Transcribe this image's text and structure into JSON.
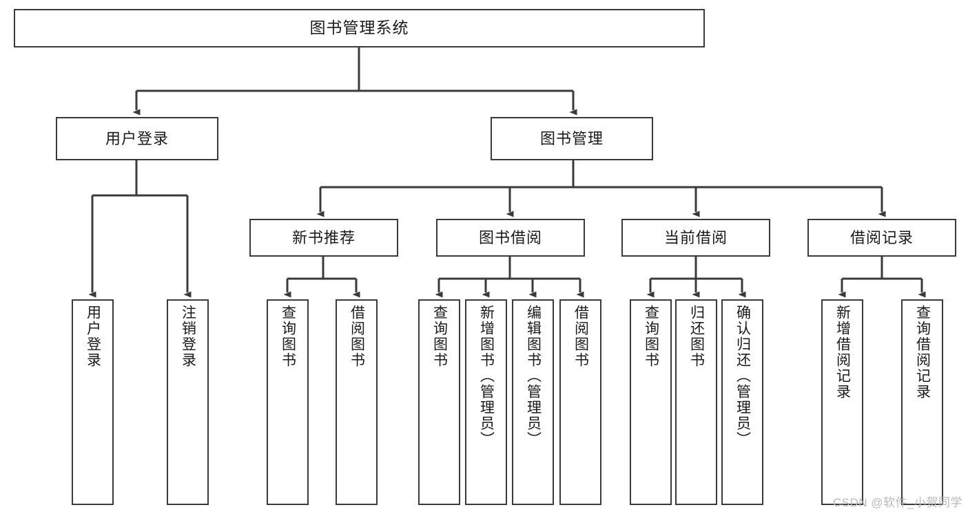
{
  "diagram": {
    "title": "图书管理系统",
    "type": "functional-structure-tree",
    "colors": {
      "box_border": "#3a3a3a",
      "box_fill": "#ffffff",
      "connector": "#3a3a3a",
      "text": "#1a1a1a",
      "watermark": "#b9b9b9",
      "background": "#ffffff"
    },
    "watermark": "CSDN @软件_小贺同学"
  },
  "nodes": {
    "root": {
      "label": "图书管理系统"
    },
    "level2": [
      {
        "id": "user-login",
        "label": "用户登录"
      },
      {
        "id": "book-management",
        "label": "图书管理"
      }
    ],
    "level3": [
      {
        "id": "new-book-recommend",
        "label": "新书推荐"
      },
      {
        "id": "book-borrow",
        "label": "图书借阅"
      },
      {
        "id": "current-borrow",
        "label": "当前借阅"
      },
      {
        "id": "borrow-record",
        "label": "借阅记录"
      }
    ],
    "leaves": {
      "user_login": [
        {
          "id": "leaf-user-login",
          "label": "用户登录"
        },
        {
          "id": "leaf-logout-login",
          "label": "注销登录"
        }
      ],
      "new_book_recommend": [
        {
          "id": "leaf-query-book-1",
          "label": "查询图书"
        },
        {
          "id": "leaf-borrow-book-1",
          "label": "借阅图书"
        }
      ],
      "book_borrow": [
        {
          "id": "leaf-query-book-2",
          "label": "查询图书"
        },
        {
          "id": "leaf-add-book-admin",
          "label": "新增图书（管理员）"
        },
        {
          "id": "leaf-edit-book-admin",
          "label": "编辑图书（管理员）"
        },
        {
          "id": "leaf-borrow-book-2",
          "label": "借阅图书"
        }
      ],
      "current_borrow": [
        {
          "id": "leaf-query-book-3",
          "label": "查询图书"
        },
        {
          "id": "leaf-return-book",
          "label": "归还图书"
        },
        {
          "id": "leaf-confirm-return-admin",
          "label": "确认归还（管理员）"
        }
      ],
      "borrow_record": [
        {
          "id": "leaf-add-borrow-record",
          "label": "新增借阅记录"
        },
        {
          "id": "leaf-query-borrow-record",
          "label": "查询借阅记录"
        }
      ]
    }
  }
}
